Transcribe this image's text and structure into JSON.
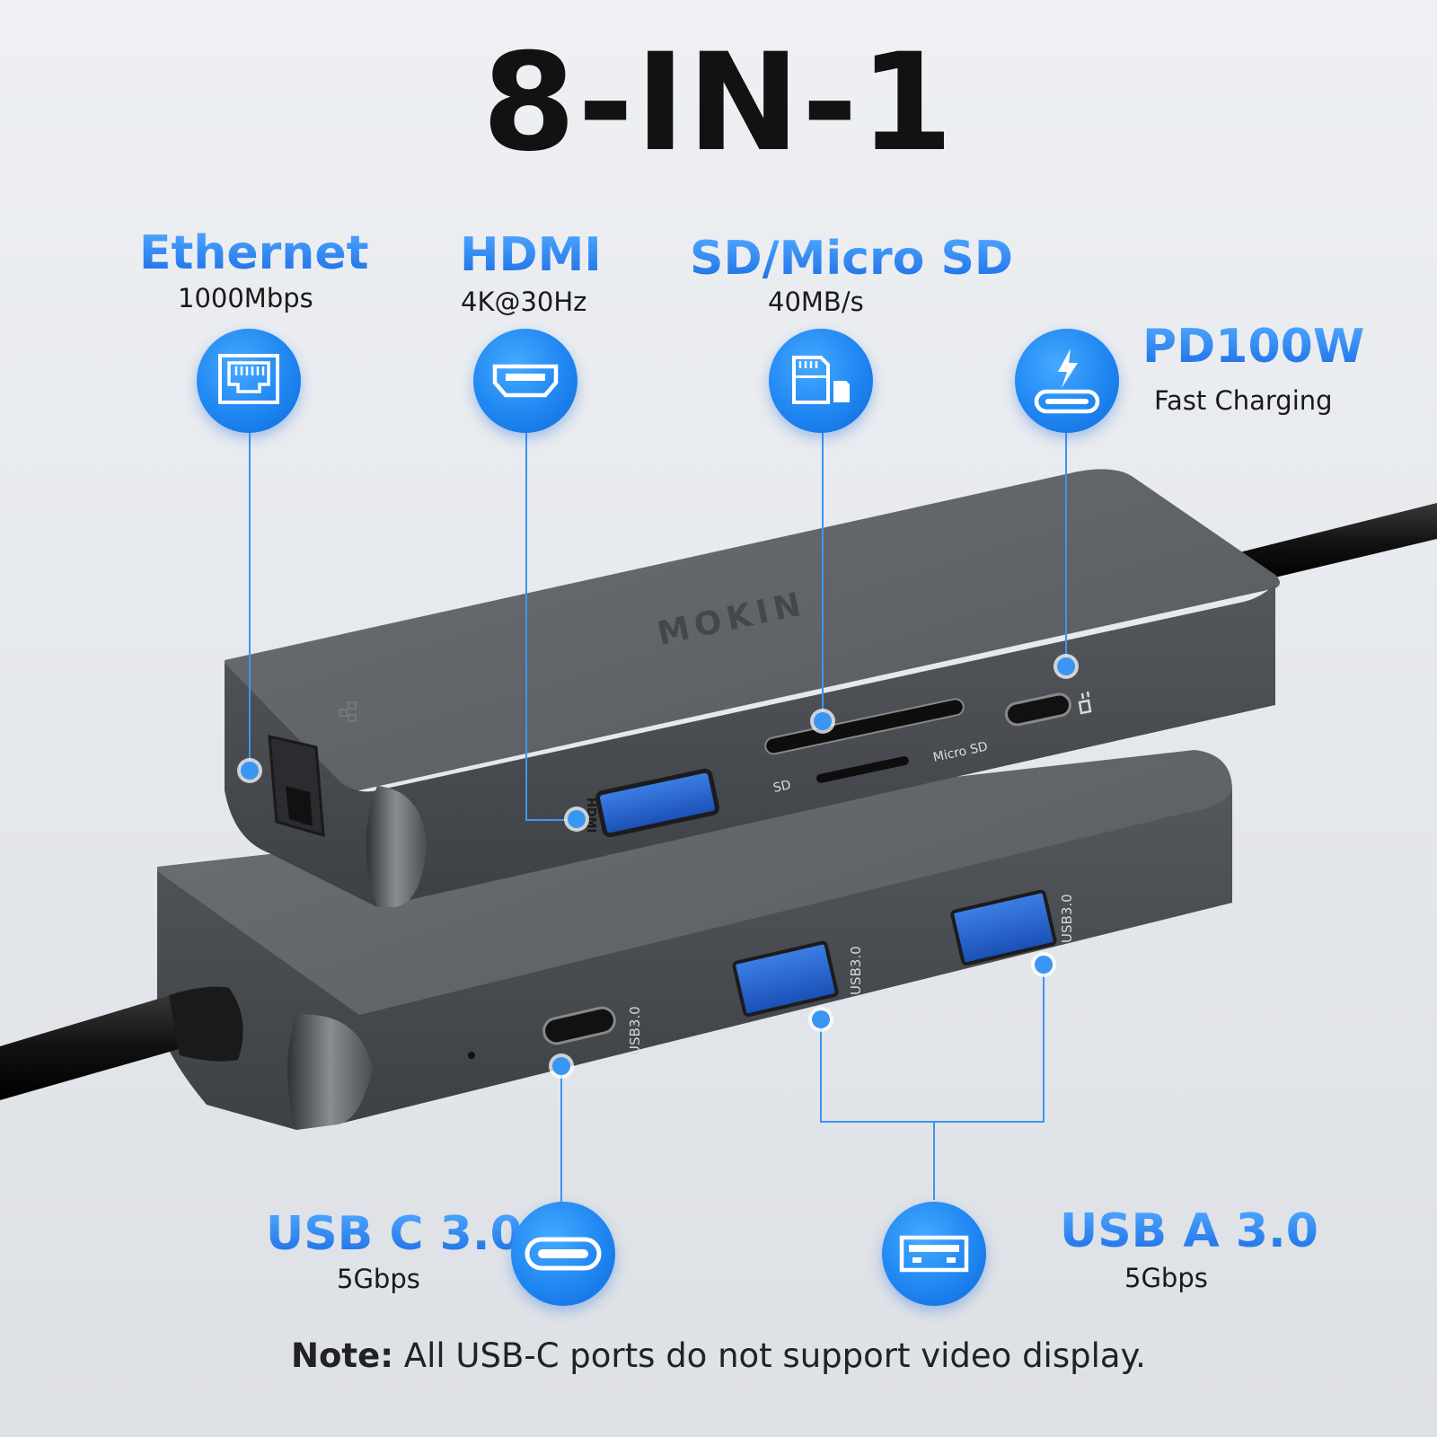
{
  "headline": "8-IN-1",
  "features": {
    "ethernet": {
      "title": "Ethernet",
      "subtitle": "1000Mbps",
      "icon": "ethernet-port-icon"
    },
    "hdmi": {
      "title": "HDMI",
      "subtitle": "4K@30Hz",
      "icon": "hdmi-port-icon"
    },
    "sd": {
      "title": "SD/Micro SD",
      "subtitle": "40MB/s",
      "icon": "sd-card-icon"
    },
    "pd": {
      "title": "PD100W",
      "subtitle": "Fast Charging",
      "icon": "fast-charging-icon"
    },
    "usbc": {
      "title": "USB C 3.0",
      "subtitle": "5Gbps",
      "icon": "usb-c-port-icon"
    },
    "usba": {
      "title": "USB A 3.0",
      "subtitle": "5Gbps",
      "icon": "usb-a-port-icon"
    }
  },
  "device": {
    "brand": "MOKIN",
    "port_labels": {
      "hdmi": "HDMI",
      "sd": "SD",
      "micro_sd": "Micro SD",
      "usb_c": "USB3.0",
      "usb_a_1": "USB3.0",
      "usb_a_2": "USB3.0"
    }
  },
  "note": {
    "label": "Note:",
    "text": "All USB-C ports do not support video display."
  },
  "colors": {
    "accent": "#2f86f0",
    "headline": "#121212",
    "device_body": "#5c5f64"
  }
}
